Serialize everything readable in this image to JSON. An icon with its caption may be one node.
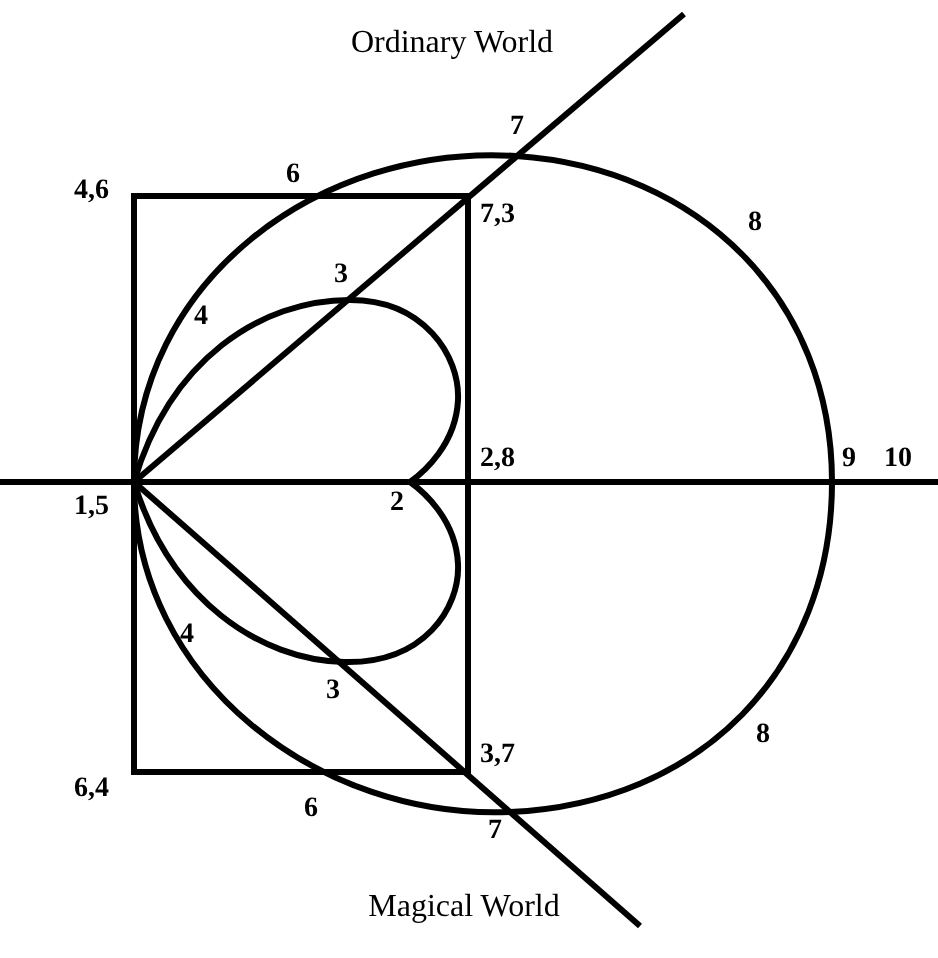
{
  "diagram": {
    "labels": [
      "Ordinary World",
      "7",
      "4,6",
      "6",
      "7,3",
      "8",
      "3",
      "4",
      "2,8",
      "9",
      "10",
      "1,5",
      "2",
      "4",
      "3",
      "3,7",
      "8",
      "6,4",
      "6",
      "7",
      "Magical World"
    ]
  }
}
